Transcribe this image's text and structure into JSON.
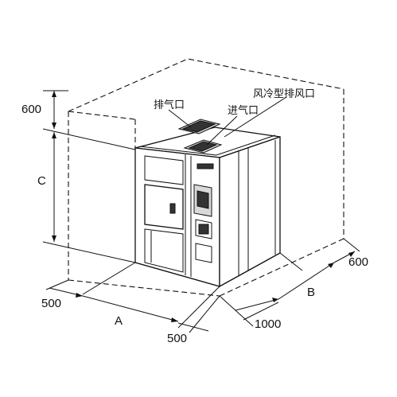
{
  "labels": {
    "exhaust_port": "排气口",
    "air_cooled_exhaust": "风冷型排风口",
    "intake_port": "进气口"
  },
  "dimensions": {
    "top_clearance": "600",
    "height": "C",
    "left_clearance": "500",
    "width": "A",
    "front_clearance": "500",
    "depth": "B",
    "depth_extra": "1000",
    "right_clearance": "600"
  }
}
